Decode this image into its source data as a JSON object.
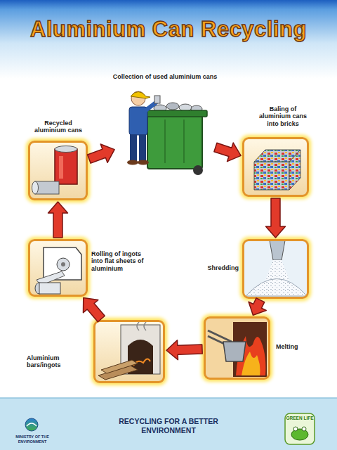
{
  "diagram": {
    "title": "Aluminium Can Recycling",
    "nodes": [
      {
        "text": [
          "Collection of used aluminium cans"
        ]
      },
      {
        "text": [
          "Baling of aluminium cans into bricks"
        ]
      },
      {
        "text": [
          "Shredding"
        ]
      },
      {
        "text": [
          "Melting"
        ]
      },
      {
        "text": [
          "Aluminium bars/ingots"
        ]
      },
      {
        "text": [
          "Rolling of ingots into flat sheets of aluminium"
        ]
      },
      {
        "text": [
          "Recycled aluminium cans"
        ]
      }
    ],
    "edges": [
      {
        "from": 0,
        "to": 1,
        "arrow": "to"
      },
      {
        "from": 1,
        "to": 2,
        "arrow": "to"
      },
      {
        "from": 2,
        "to": 3,
        "arrow": "to"
      },
      {
        "from": 3,
        "to": 4,
        "arrow": "to"
      },
      {
        "from": 4,
        "to": 5,
        "arrow": "to"
      },
      {
        "from": 5,
        "to": 6,
        "arrow": "to"
      },
      {
        "from": 6,
        "to": 0,
        "arrow": "to"
      }
    ],
    "labels": [
      "RECYCLING FOR A BETTER ENVIRONMENT",
      "MINISTRY OF THE ENVIRONMENT",
      "GREEN LIFE"
    ]
  }
}
